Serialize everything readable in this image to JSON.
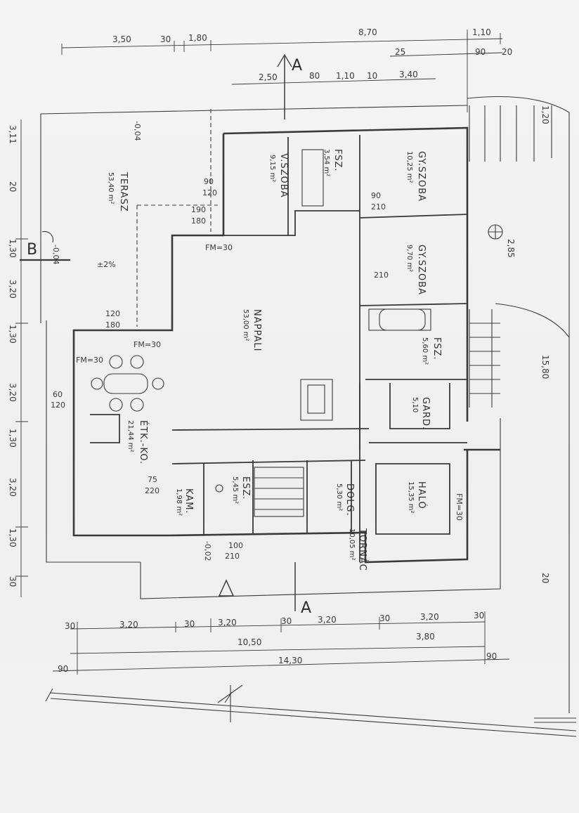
{
  "plan": {
    "section_markers": {
      "a_top": "A",
      "a_bottom": "A",
      "b": "B"
    },
    "rooms": [
      {
        "id": "terasz",
        "name": "TERASZ",
        "area": "53,40 m²"
      },
      {
        "id": "vszoba",
        "name": "V.SZOBA",
        "area": "9,15 m²"
      },
      {
        "id": "fsz1",
        "name": "FSZ.",
        "area": "3,54 m²"
      },
      {
        "id": "gyszoba1",
        "name": "GY.SZOBA",
        "area": "10,25 m²"
      },
      {
        "id": "gyszoba2",
        "name": "GY.SZOBA",
        "area": "9,70 m²"
      },
      {
        "id": "nappali",
        "name": "NAPPALI",
        "area": "53,00 m²"
      },
      {
        "id": "fsz2",
        "name": "FSZ.",
        "area": "5,60 m²"
      },
      {
        "id": "gard",
        "name": "GARD.",
        "area": "5,10"
      },
      {
        "id": "etkko",
        "name": "ÉTK.-KO.",
        "area": "21,44 m²"
      },
      {
        "id": "kam",
        "name": "KAM.",
        "area": "1,98 m²"
      },
      {
        "id": "esz",
        "name": "ESZ.",
        "area": "5,45 m²"
      },
      {
        "id": "dolg",
        "name": "DOLG.",
        "area": "5,30 m²"
      },
      {
        "id": "halo",
        "name": "HALÓ",
        "area": "15,35 m²"
      },
      {
        "id": "tornac",
        "name": "TORNÁC",
        "area": "10,05 m²"
      }
    ],
    "dims_top": {
      "d1": "3,50",
      "d2": "30",
      "d3": "1,80",
      "d4": "8,70",
      "d5": "1,10",
      "d6": "25",
      "d7": "90",
      "d8": "20"
    },
    "dims_top2": {
      "d1": "2,50",
      "d2": "80",
      "d3": "1,10",
      "d4": "10",
      "d5": "3,40"
    },
    "dims_bottom": {
      "d1": "30",
      "d2": "3,20",
      "d3": "30",
      "d4": "3,20",
      "d5": "30",
      "d6": "3,20",
      "d7": "30",
      "d8": "3,20",
      "d9": "30",
      "d10": "10,50",
      "d11": "3,80",
      "d12": "14,30",
      "d13": "90",
      "d14": "90"
    },
    "dims_left": {
      "d1": "3,11",
      "d2": "20",
      "d3": "1,30",
      "d4": "3,20",
      "d5": "1,30",
      "d6": "3,20",
      "d7": "1,30",
      "d8": "3,20",
      "d9": "1,30",
      "d10": "30"
    },
    "dims_right": {
      "d1": "15,80",
      "d2": "2,85",
      "d3": "1,20",
      "d4": "20"
    },
    "heights": {
      "h1": "90",
      "h2": "120",
      "h3": "190",
      "h4": "180",
      "h5": "120",
      "h6": "180",
      "h7": "60",
      "h8": "120",
      "h9": "100",
      "h10": "210",
      "h11": "210",
      "h12": "90",
      "h13": "210",
      "h14": "75",
      "h15": "220",
      "h16": "FM=30",
      "h17": "FM=30",
      "h18": "FM=30",
      "h19": "FM=30",
      "h20": "-0,02",
      "h21": "-0,04",
      "h22": "-0,04",
      "h23": "±2%"
    }
  }
}
